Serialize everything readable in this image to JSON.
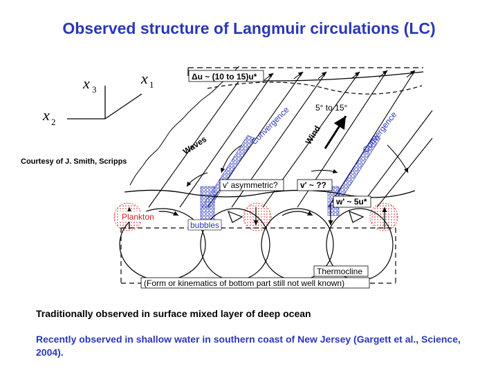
{
  "title": "Observed structure of Langmuir circulations (LC)",
  "courtesy": "Courtesy of J. Smith, Scripps",
  "axes": {
    "x3": {
      "letter": "x",
      "sub": "3"
    },
    "x1": {
      "letter": "x",
      "sub": "1"
    },
    "x2": {
      "letter": "x",
      "sub": "2"
    }
  },
  "diagram": {
    "delta_u": "Δu ~ (10 to 15)u*",
    "angle": "5° to 15°",
    "waves": "Waves",
    "wind": "Wind",
    "convergence_left": "Convergence",
    "convergence_right": "Convergence",
    "v_asym": "v' asymmetric?",
    "v_unknown": "v' ~ ??",
    "w_prime": "w' ~ 5u*",
    "plankton": "Plankton",
    "bubbles": "bubbles",
    "thermocline": "Thermocline",
    "bottom_note": "(Form or kinematics of bottom part still not well known)"
  },
  "notes": {
    "deep_ocean": "Traditionally observed in surface mixed layer of deep ocean",
    "shallow": "Recently observed in shallow water in southern coast of New Jersey (Gargett et al., Science, 2004)."
  },
  "colors": {
    "title": "#2a36b8",
    "plankton": "#d21f1f",
    "bubbles": "#2a36b8"
  }
}
